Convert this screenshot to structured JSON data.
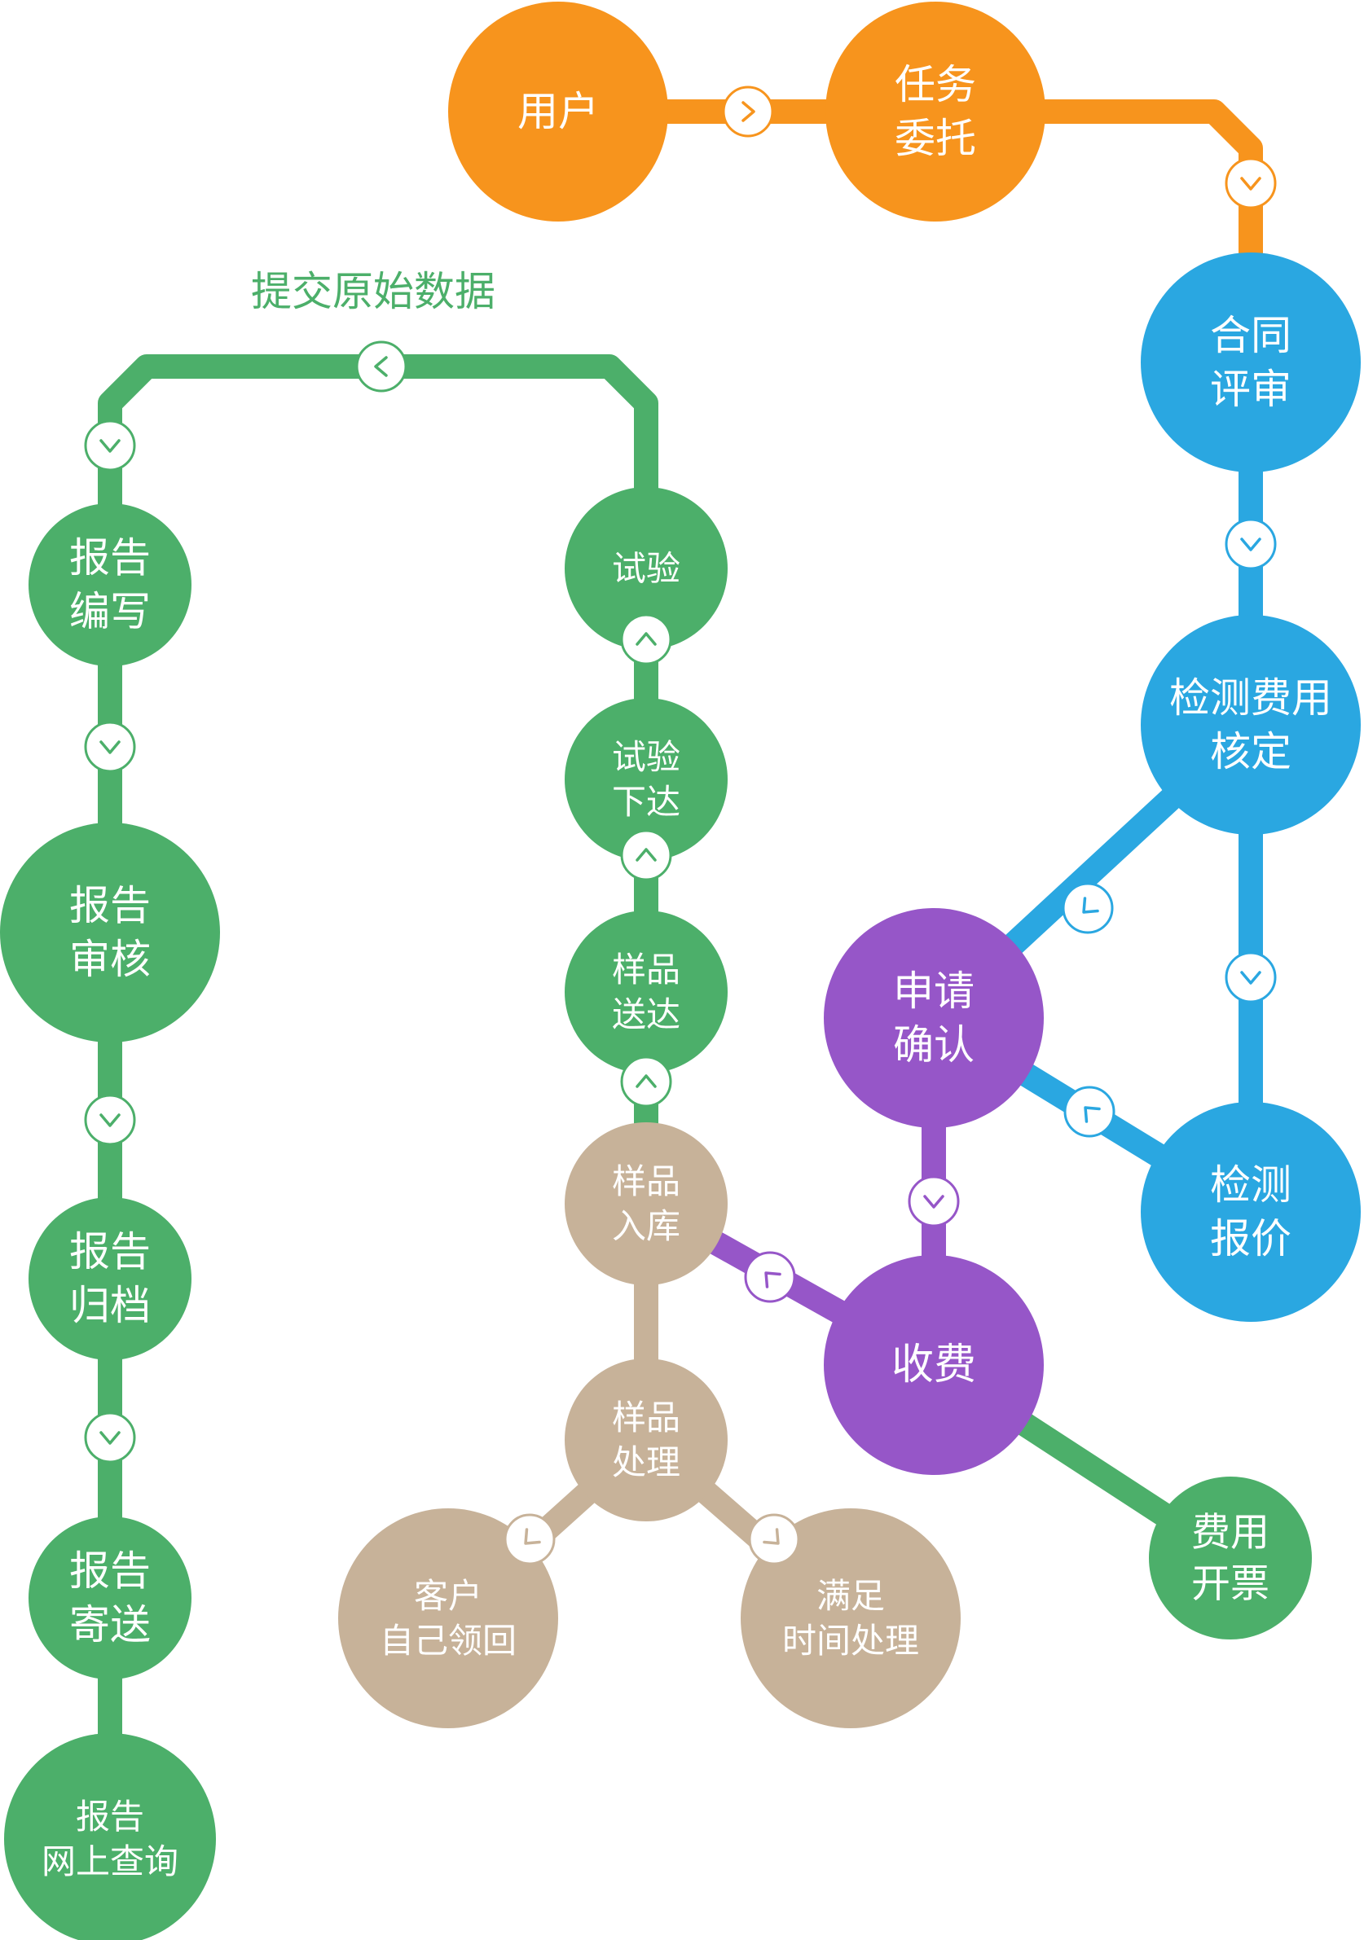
{
  "colors": {
    "orange": "#f7941d",
    "blue": "#2aa7e1",
    "green": "#4caf6a",
    "purple": "#9656c8",
    "tan": "#c7b299",
    "white": "#ffffff"
  },
  "nodes": [
    {
      "id": "user",
      "lines": [
        "用户"
      ],
      "color": "orange"
    },
    {
      "id": "task-commission",
      "lines": [
        "任务",
        "委托"
      ],
      "color": "orange"
    },
    {
      "id": "contract-review",
      "lines": [
        "合同",
        "评审"
      ],
      "color": "blue"
    },
    {
      "id": "fee-verification",
      "lines": [
        "检测费用",
        "核定"
      ],
      "color": "blue"
    },
    {
      "id": "test-quotation",
      "lines": [
        "检测",
        "报价"
      ],
      "color": "blue"
    },
    {
      "id": "application-confirm",
      "lines": [
        "申请",
        "确认"
      ],
      "color": "purple"
    },
    {
      "id": "charge",
      "lines": [
        "收费"
      ],
      "color": "purple"
    },
    {
      "id": "invoice",
      "lines": [
        "费用",
        "开票"
      ],
      "color": "green"
    },
    {
      "id": "sample-storage",
      "lines": [
        "样品",
        "入库"
      ],
      "color": "tan"
    },
    {
      "id": "sample-processing",
      "lines": [
        "样品",
        "处理"
      ],
      "color": "tan"
    },
    {
      "id": "customer-pickup",
      "lines": [
        "客户",
        "自己领回"
      ],
      "color": "tan"
    },
    {
      "id": "time-processing",
      "lines": [
        "满足",
        "时间处理"
      ],
      "color": "tan"
    },
    {
      "id": "sample-delivery",
      "lines": [
        "样品",
        "送达"
      ],
      "color": "green"
    },
    {
      "id": "test-issue",
      "lines": [
        "试验",
        "下达"
      ],
      "color": "green"
    },
    {
      "id": "test",
      "lines": [
        "试验"
      ],
      "color": "green"
    },
    {
      "id": "report-writing",
      "lines": [
        "报告",
        "编写"
      ],
      "color": "green"
    },
    {
      "id": "report-audit",
      "lines": [
        "报告",
        "审核"
      ],
      "color": "green"
    },
    {
      "id": "report-archive",
      "lines": [
        "报告",
        "归档"
      ],
      "color": "green"
    },
    {
      "id": "report-mailing",
      "lines": [
        "报告",
        "寄送"
      ],
      "color": "green"
    },
    {
      "id": "report-online-query",
      "lines": [
        "报告",
        "网上查询"
      ],
      "color": "green"
    }
  ],
  "edges": [
    {
      "from": "user",
      "to": "task-commission",
      "color": "orange"
    },
    {
      "from": "task-commission",
      "to": "contract-review",
      "color": "orange"
    },
    {
      "from": "contract-review",
      "to": "fee-verification",
      "color": "blue"
    },
    {
      "from": "fee-verification",
      "to": "test-quotation",
      "color": "blue"
    },
    {
      "from": "fee-verification",
      "to": "application-confirm",
      "color": "blue"
    },
    {
      "from": "test-quotation",
      "to": "application-confirm",
      "color": "blue"
    },
    {
      "from": "application-confirm",
      "to": "charge",
      "color": "purple"
    },
    {
      "from": "charge",
      "to": "sample-storage",
      "color": "purple"
    },
    {
      "from": "charge",
      "to": "invoice",
      "color": "green"
    },
    {
      "from": "sample-storage",
      "to": "sample-processing",
      "color": "tan"
    },
    {
      "from": "sample-processing",
      "to": "customer-pickup",
      "color": "tan"
    },
    {
      "from": "sample-processing",
      "to": "time-processing",
      "color": "tan"
    },
    {
      "from": "sample-storage",
      "to": "sample-delivery",
      "color": "green"
    },
    {
      "from": "sample-delivery",
      "to": "test-issue",
      "color": "green"
    },
    {
      "from": "test-issue",
      "to": "test",
      "color": "green"
    },
    {
      "from": "test",
      "to": "report-writing",
      "color": "green",
      "label": "提交原始数据"
    },
    {
      "from": "report-writing",
      "to": "report-audit",
      "color": "green"
    },
    {
      "from": "report-audit",
      "to": "report-archive",
      "color": "green"
    },
    {
      "from": "report-archive",
      "to": "report-mailing",
      "color": "green"
    },
    {
      "from": "report-mailing",
      "to": "report-online-query",
      "color": "green"
    }
  ]
}
